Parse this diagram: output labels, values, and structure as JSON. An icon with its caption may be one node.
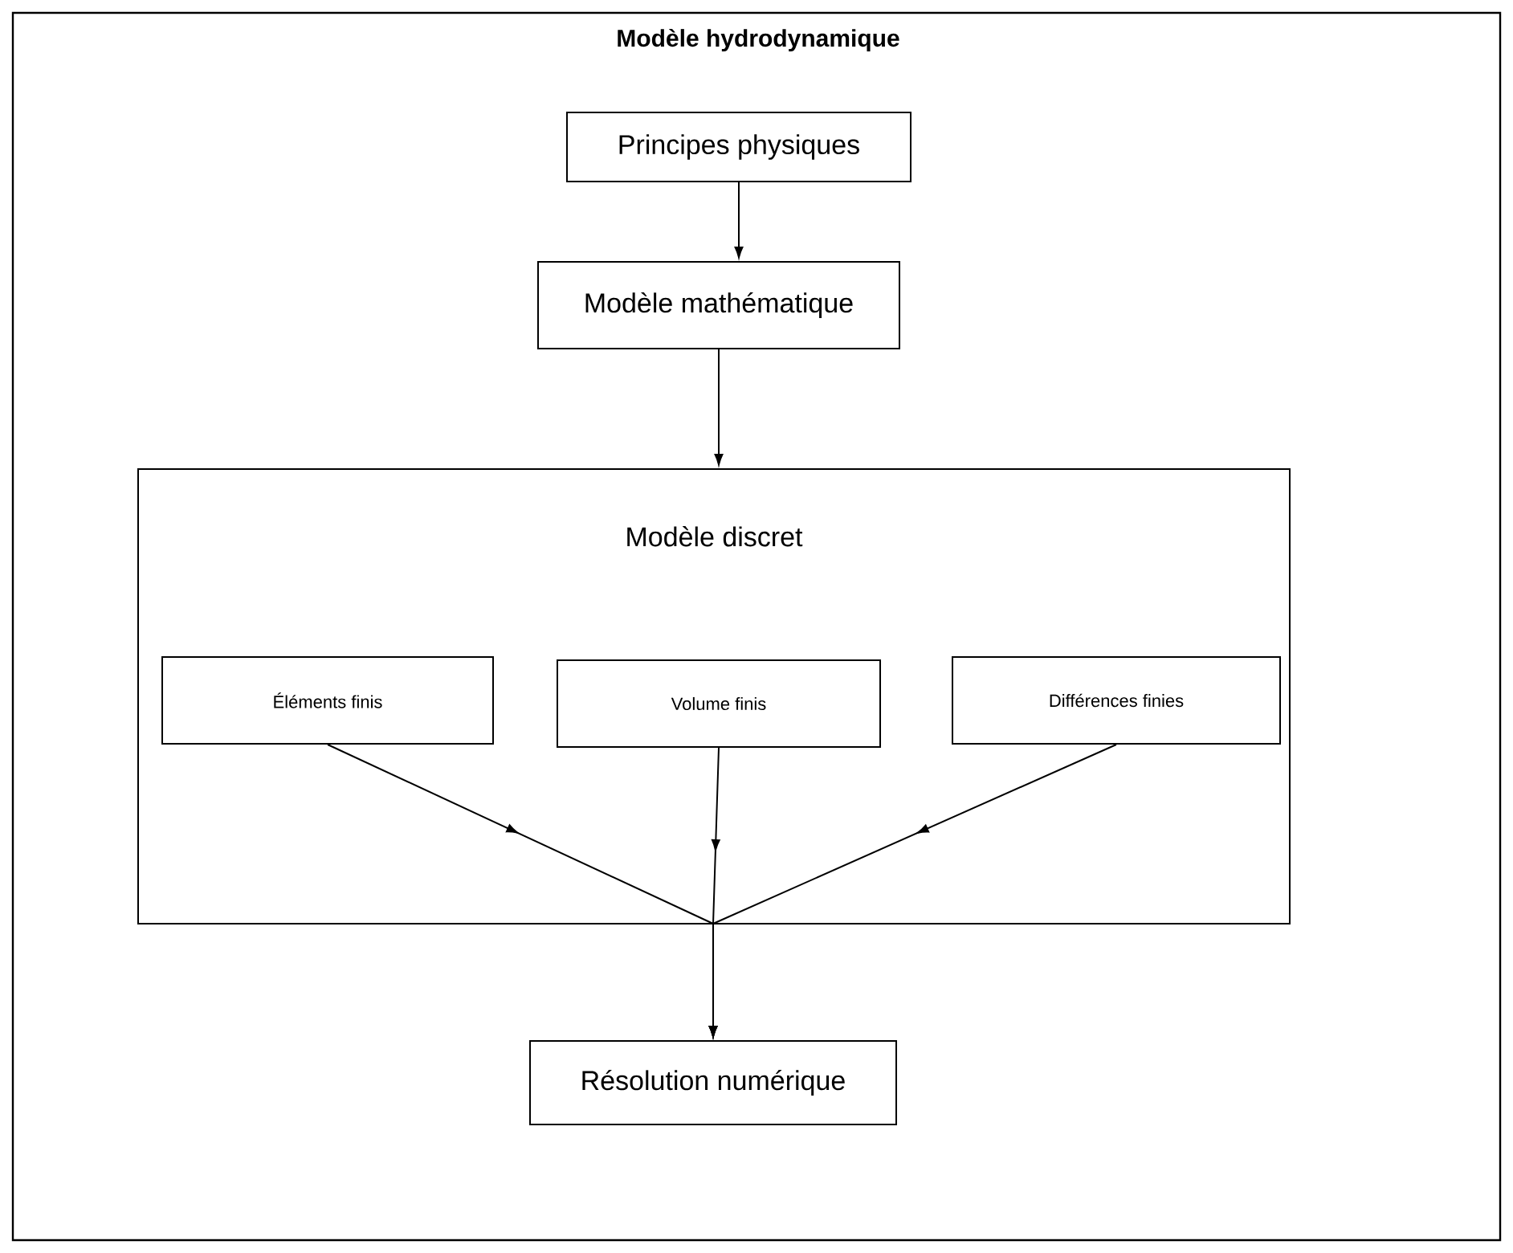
{
  "diagram": {
    "title": "Modèle hydrodynamique",
    "nodes": [
      {
        "text": [
          "Principes physiques"
        ]
      },
      {
        "text": [
          "Modèle mathématique"
        ]
      },
      {
        "text": [
          "Modèle discret"
        ]
      },
      {
        "text": [
          "Éléments finis"
        ],
        "in": 2
      },
      {
        "text": [
          "Volume finis"
        ],
        "in": 2
      },
      {
        "text": [
          "Différences finies"
        ],
        "in": 2
      },
      {
        "text": [
          "Résolution numérique"
        ]
      }
    ],
    "edges": [
      {
        "from": 0,
        "to": 1,
        "arrow": "to"
      },
      {
        "from": 1,
        "to": 2,
        "arrow": "to"
      },
      {
        "from": 3,
        "to": 6,
        "arrow": "to"
      },
      {
        "from": 4,
        "to": 6,
        "arrow": "to"
      },
      {
        "from": 5,
        "to": 6,
        "arrow": "to"
      }
    ]
  }
}
